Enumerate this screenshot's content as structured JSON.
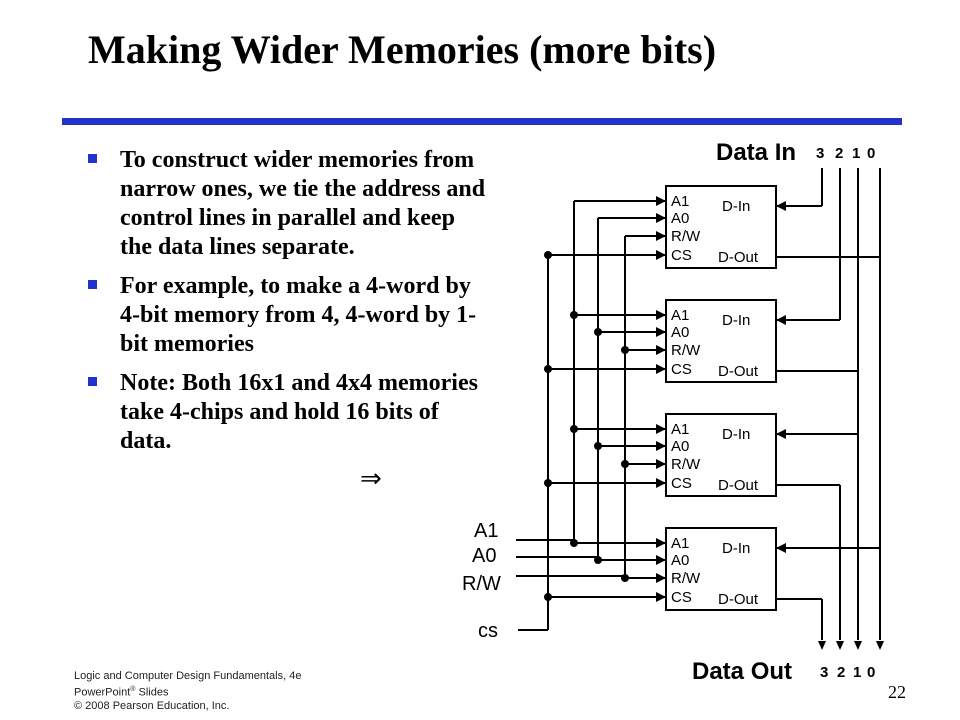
{
  "slide": {
    "title": "Making Wider Memories (more bits)",
    "page_number": "22"
  },
  "bullets": [
    "To construct wider memories from narrow ones, we tie the address and control lines in parallel and keep the data lines separate.",
    "For example, to make a 4-word by 4-bit memory from 4, 4-word by 1-bit memories",
    "Note: Both 16x1 and 4x4 memories take 4-chips and hold 16 bits of data."
  ],
  "arrow_glyph": "⇒",
  "diagram": {
    "data_in_label": "Data In",
    "data_out_label": "Data Out",
    "bit_labels": [
      "3",
      "2",
      "1",
      "0"
    ],
    "signal_labels": [
      "A1",
      "A0",
      "R/W",
      "CS"
    ],
    "cs_label": "cs",
    "chip": {
      "pins_left": [
        "A1",
        "A0",
        "R/W",
        "CS"
      ],
      "pin_din": "D-In",
      "pin_dout": "D-Out"
    },
    "chip_count": 4
  },
  "footer": {
    "line1": "Logic and Computer Design Fundamentals, 4e",
    "line2a": "PowerPoint",
    "line2_sup": "®",
    "line2b": " Slides",
    "line3": "© 2008 Pearson Education, Inc."
  },
  "colors": {
    "accent": "#2233cc",
    "text": "#000000"
  }
}
